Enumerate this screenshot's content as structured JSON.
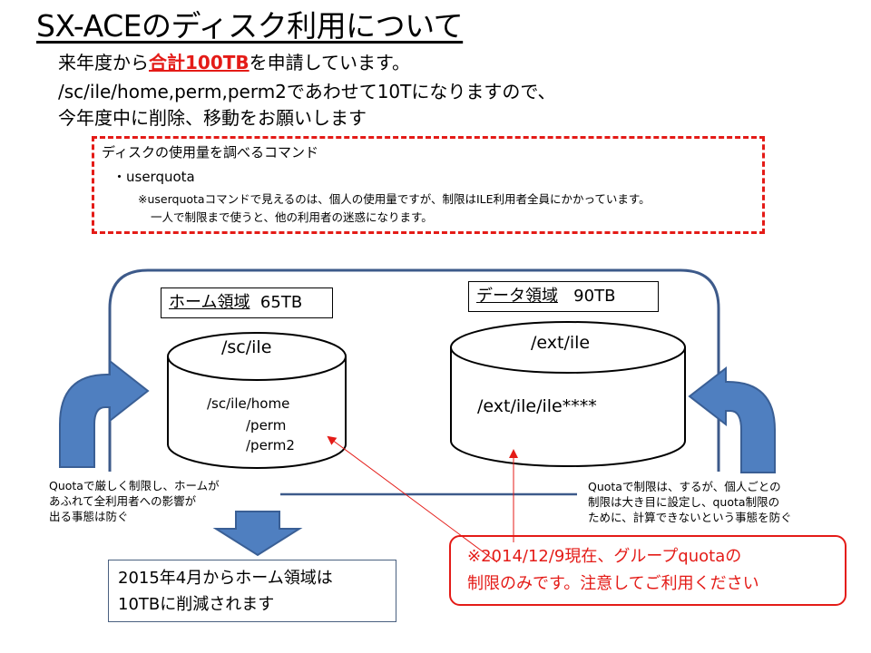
{
  "title": "SX-ACEのディスク利用について",
  "intro": {
    "line1_pre": "来年度から",
    "line1_highlight": "合計100TB",
    "line1_post": "を申請しています。",
    "line2": "/sc/ile/home,perm,perm2であわせて10Tになりますので、",
    "line3": "今年度中に削除、移動をお願いします"
  },
  "command_box": {
    "title": "ディスクの使用量を調べるコマンド",
    "item": "・userquota",
    "note_line1": "※userquotaコマンドで見えるのは、個人の使用量ですが、制限はILE利用者全員にかかっています。",
    "note_line2": "一人で制限まで使うと、他の利用者の迷惑になります。"
  },
  "home_area": {
    "name": "ホーム領域",
    "size": "65TB",
    "path": "/sc/ile",
    "subpaths": [
      "/sc/ile/home",
      "/perm",
      "/perm2"
    ]
  },
  "data_area": {
    "name": "データ領域",
    "size": "90TB",
    "path": "/ext/ile",
    "subpath": "/ext/ile/ile****"
  },
  "note_left": [
    "Quotaで厳しく制限し、ホームが",
    "あふれて全利用者への影響が",
    "出る事態は防ぐ"
  ],
  "note_right": [
    "Quotaで制限は、するが、個人ごとの",
    "制限は大き目に設定し、quota制限の",
    "ために、計算できないという事態を防ぐ"
  ],
  "reduction": [
    "2015年4月からホーム領域は",
    "10TBに削減されます"
  ],
  "quota_notice": [
    "※2014/12/9現在、グループquotaの",
    "制限のみです。注意してご利用ください"
  ],
  "colors": {
    "red": "#e41b17",
    "arrow_blue": "#4f7fc0",
    "arrow_outline": "#3a5f95",
    "frame": "#3d5a8a"
  }
}
